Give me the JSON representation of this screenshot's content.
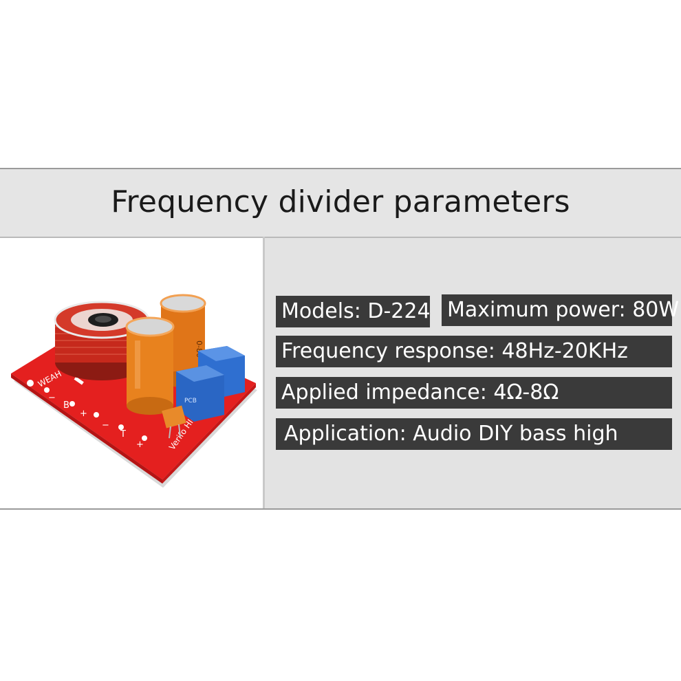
{
  "banner": {
    "title": "Frequency divider parameters"
  },
  "params": {
    "models": "Models: D-224",
    "max_power": "Maximum power: 80W",
    "frequency_response": "Frequency response: 48Hz-20KHz",
    "applied_impedance": "Applied impedance: 4Ω-8Ω",
    "application": "Application: Audio DIY bass high"
  },
  "product_image": {
    "icon": "crossover-board-photo",
    "board_text": "WEAH",
    "board_text_2": "Verifo HI-FI",
    "colors": {
      "board": "#e4201f",
      "capacitor": "#e8821e",
      "film_cap": "#2f6fd0"
    }
  }
}
